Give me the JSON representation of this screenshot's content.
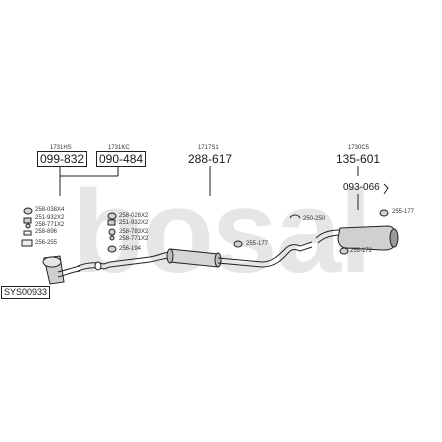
{
  "watermark": "bosal",
  "colors": {
    "watermark": "#e4e4e4",
    "line": "#222222",
    "part_fill": "#d9d9d9",
    "part_dark": "#8a8a8a"
  },
  "groups": [
    {
      "code": "1731HS",
      "number": "099-832"
    },
    {
      "code": "1731KC",
      "number": "090-484"
    },
    {
      "code": "1717S1",
      "number": "288-617"
    },
    {
      "code": "1730C5",
      "number": "135-601"
    }
  ],
  "left_parts": [
    {
      "icon": "clamp-icon",
      "label": "258-038X4"
    },
    {
      "icon": "gasket-icon",
      "label": "251-932X2"
    },
    {
      "icon": "bolt-icon",
      "label": "258-771X2"
    },
    {
      "icon": "spring-icon",
      "label": "258-896"
    },
    {
      "icon": "flange-icon",
      "label": "256-255"
    }
  ],
  "mid_parts": [
    {
      "icon": "clamp-icon",
      "label": "258-026X2"
    },
    {
      "icon": "gasket-icon",
      "label": "251-932X2"
    },
    {
      "icon": "nut-icon",
      "label": "258-783X2"
    },
    {
      "icon": "bolt-icon",
      "label": "258-771X2"
    },
    {
      "icon": "hanger-icon",
      "label": "256-194"
    }
  ],
  "other_parts": {
    "p1": "255-177",
    "p2": "250-250",
    "p3": "093-066",
    "p4": "255-177",
    "p5": "255-172"
  },
  "system_code": "SYS00933"
}
